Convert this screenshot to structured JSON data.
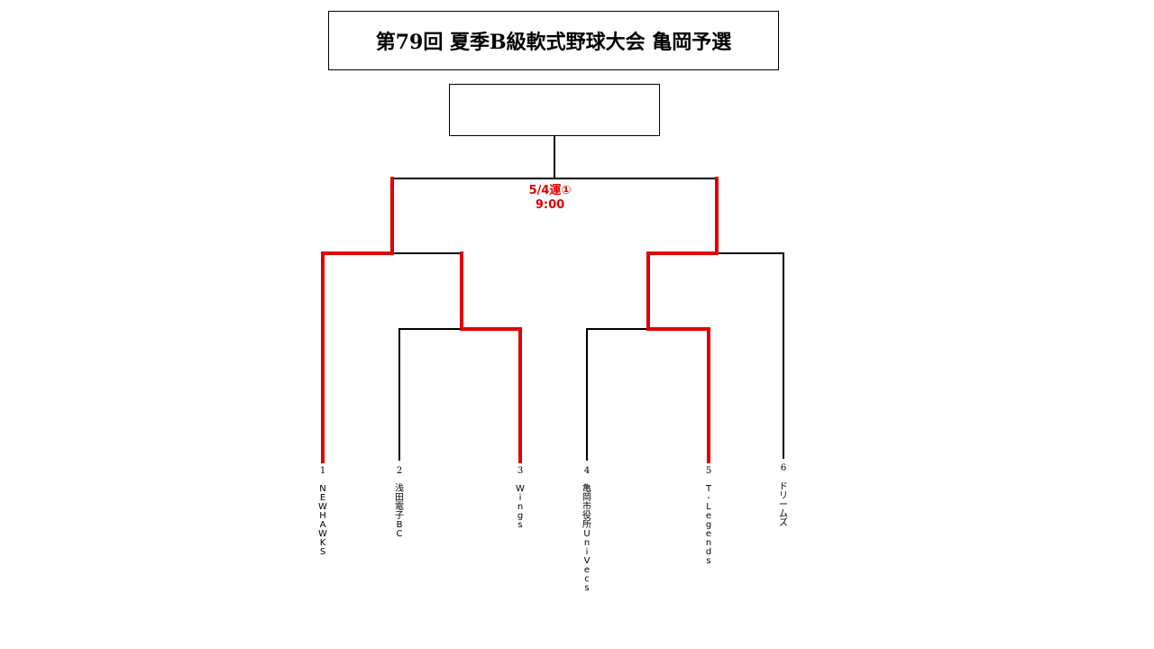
{
  "title": "第79回 夏季B級軟式野球大会 亀岡予選",
  "champion": "",
  "final": {
    "date": "5/4運①",
    "time": "9:00",
    "color": "#e00000"
  },
  "colors": {
    "line": "#000000",
    "winner_line": "#e00000"
  },
  "teams": [
    {
      "seed": "1",
      "name": "NEWHAWKS"
    },
    {
      "seed": "2",
      "name": "浅田電子BC"
    },
    {
      "seed": "3",
      "name": "Wings"
    },
    {
      "seed": "4",
      "name": "亀岡市役所UniVecs"
    },
    {
      "seed": "5",
      "name": "T-Legends"
    },
    {
      "seed": "6",
      "name": "ドリームズ"
    }
  ]
}
